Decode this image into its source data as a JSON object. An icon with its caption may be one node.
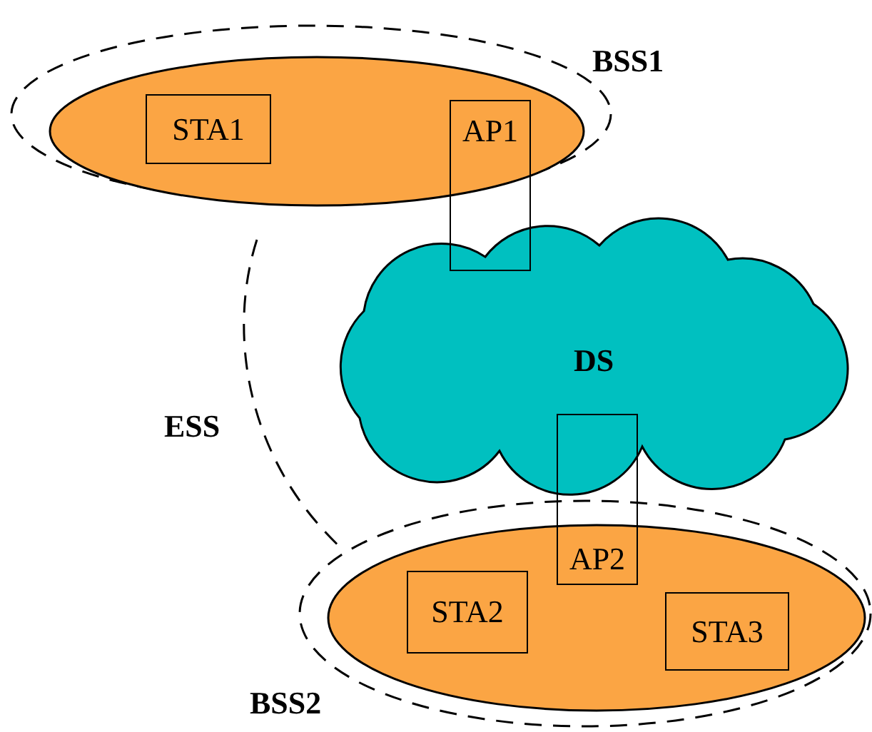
{
  "diagram": {
    "nodes": [
      {
        "text": [
          "BSS1"
        ]
      },
      {
        "text": [
          "STA1"
        ],
        "in": 0
      },
      {
        "text": [
          "AP1"
        ]
      },
      {
        "text": [
          "DS"
        ]
      },
      {
        "text": [
          "AP2"
        ]
      },
      {
        "text": [
          "BSS2"
        ]
      },
      {
        "text": [
          "STA2"
        ],
        "in": 5
      },
      {
        "text": [
          "STA3"
        ],
        "in": 5
      }
    ],
    "edges": [],
    "labels": [
      "ESS"
    ]
  }
}
